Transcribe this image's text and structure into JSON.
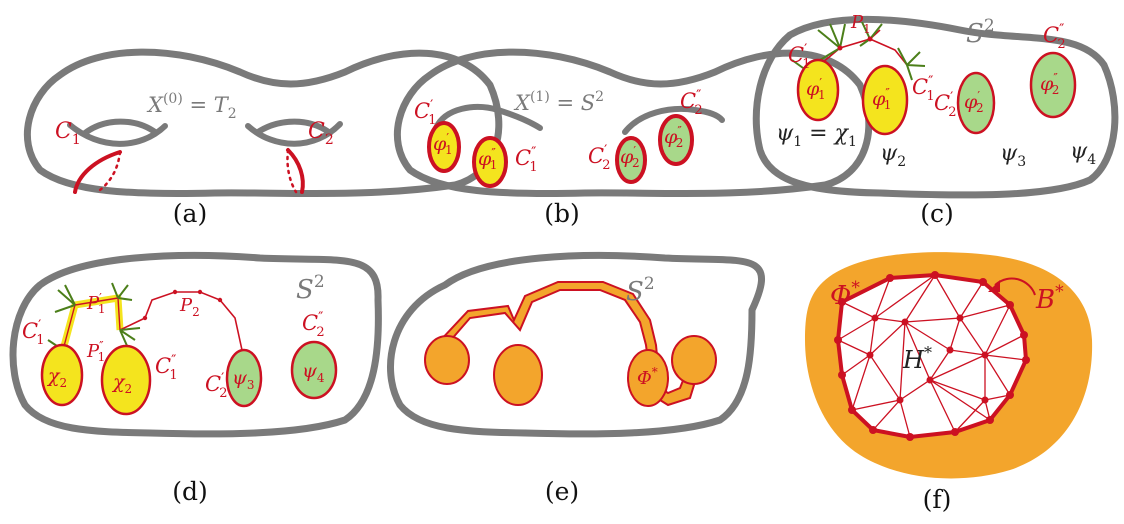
{
  "captions": [
    "(a)",
    "(b)",
    "(c)",
    "(d)",
    "(e)",
    "(f)"
  ],
  "labels": {
    "a": {
      "X": "X",
      "X_sup": "(0)",
      "eq_rest": " = T",
      "T_sub": "2",
      "C1": "C",
      "C1_sub": "1",
      "C2": "C",
      "C2_sub": "2"
    },
    "b": {
      "X": "X",
      "X_sup": "(1)",
      "eq_rest": " = S",
      "S_sup": "2",
      "C1p": "C",
      "C1p_sub": "1",
      "C1p_mark": "′",
      "phi1p": "φ",
      "phi1p_sub": "1",
      "phi1p_mark": "′",
      "phi1pp": "φ",
      "phi1pp_sub": "1",
      "phi1pp_mark": "″",
      "C1pp": "C",
      "C1pp_sub": "1",
      "C1pp_mark": "″",
      "C2p": "C",
      "C2p_sub": "2",
      "C2p_mark": "′",
      "phi2p": "φ",
      "phi2p_sub": "2",
      "phi2p_mark": "′",
      "phi2pp": "φ",
      "phi2pp_sub": "2",
      "phi2pp_mark": "″",
      "C2pp": "C",
      "C2pp_sub": "2",
      "C2pp_mark": "″"
    },
    "c": {
      "S": "S",
      "S_sup": "2",
      "P1": "P",
      "P1_sub": "1",
      "psi1": "ψ",
      "psi1_sub": "1",
      "eq": " = χ",
      "chi_sub": "1",
      "psi2": "ψ",
      "psi2_sub": "2",
      "psi3": "ψ",
      "psi3_sub": "3",
      "psi4": "ψ",
      "psi4_sub": "4"
    },
    "d": {
      "S": "S",
      "S_sup": "2",
      "P1p": "P",
      "P1p_sub": "1",
      "P1p_mark": "′",
      "P1pp": "P",
      "P1pp_sub": "1",
      "P1pp_mark": "″",
      "P2": "P",
      "P2_sub": "2",
      "chi": "χ",
      "chi_sub": "2",
      "psi3": "ψ",
      "psi3_sub": "3",
      "psi4": "ψ",
      "psi4_sub": "4"
    },
    "e": {
      "S": "S",
      "S_sup": "2",
      "Phi": "Φ",
      "Phi_sup": "*"
    },
    "f": {
      "Phi": "Φ",
      "Phi_sup": "*",
      "B": "B",
      "B_sup": "*",
      "H": "H",
      "H_sup": "*"
    }
  },
  "colors": {
    "surface": "#7a7a7a",
    "curve": "#cc1122",
    "yellow_disk": "#f4e41e",
    "green_disk": "#a8d88a",
    "orange": "#f3a52c",
    "leaf": "#4c7f1a"
  }
}
